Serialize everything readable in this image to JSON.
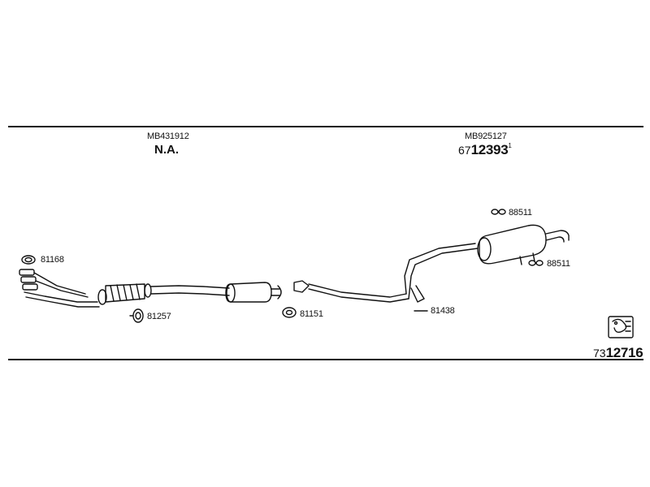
{
  "front_section": {
    "part_number": "MB431912",
    "code": "N.A."
  },
  "rear_section": {
    "part_number": "MB925127",
    "code_prefix": "67",
    "code_main": "12393",
    "code_suffix": "1"
  },
  "parts": {
    "ring_81168": "81168",
    "clamp_81257": "81257",
    "gasket_81151": "81151",
    "bracket_81438": "81438",
    "hanger_top_88511": "88511",
    "hanger_bottom_88511": "88511"
  },
  "footer": {
    "code_prefix": "73",
    "code_main": "12716"
  },
  "icons": {
    "diagram_icon": "exhaust-system-reference-icon"
  },
  "colors": {
    "line": "#111111",
    "background": "#ffffff"
  }
}
